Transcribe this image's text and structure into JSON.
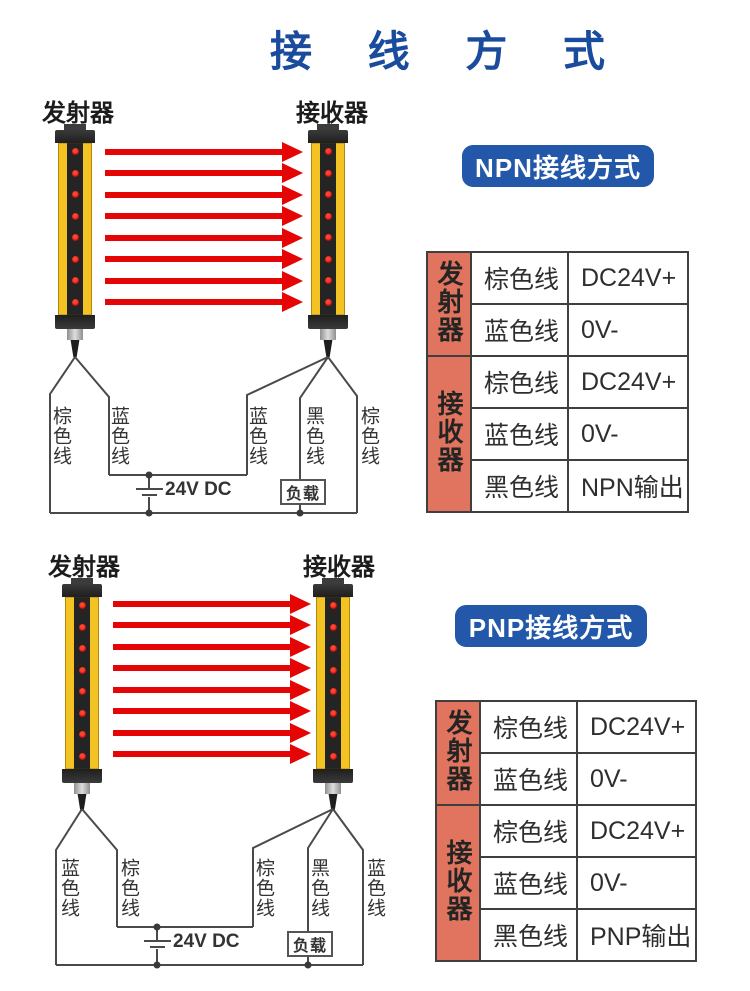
{
  "title": "接 线 方 式",
  "colors": {
    "title_blue": "#1a4b9d",
    "badge_blue": "#2257a9",
    "table_header_salmon": "#e0745e",
    "arrow_red": "#e50505",
    "device_yellow": "#f2c322"
  },
  "sections": [
    {
      "name": "NPN",
      "badge": "NPN接线方式",
      "transmitter_label": "发射器",
      "receiver_label": "接收器",
      "left_wires": [
        "棕色线",
        "蓝色线"
      ],
      "right_wires": [
        "蓝色线",
        "黑色线",
        "棕色线"
      ],
      "power_label": "24V DC",
      "load_label": "负载",
      "table": {
        "groups": [
          {
            "device": "发射器",
            "rows": [
              {
                "wire": "棕色线",
                "value": "DC24V+"
              },
              {
                "wire": "蓝色线",
                "value": "0V-"
              }
            ]
          },
          {
            "device": "接收器",
            "rows": [
              {
                "wire": "棕色线",
                "value": "DC24V+"
              },
              {
                "wire": "蓝色线",
                "value": "0V-"
              },
              {
                "wire": "黑色线",
                "value": "NPN输出"
              }
            ]
          }
        ]
      }
    },
    {
      "name": "PNP",
      "badge": "PNP接线方式",
      "transmitter_label": "发射器",
      "receiver_label": "接收器",
      "left_wires": [
        "蓝色线",
        "棕色线"
      ],
      "right_wires": [
        "棕色线",
        "黑色线",
        "蓝色线"
      ],
      "power_label": "24V DC",
      "load_label": "负载",
      "table": {
        "groups": [
          {
            "device": "发射器",
            "rows": [
              {
                "wire": "棕色线",
                "value": "DC24V+"
              },
              {
                "wire": "蓝色线",
                "value": "0V-"
              }
            ]
          },
          {
            "device": "接收器",
            "rows": [
              {
                "wire": "棕色线",
                "value": "DC24V+"
              },
              {
                "wire": "蓝色线",
                "value": "0V-"
              },
              {
                "wire": "黑色线",
                "value": "PNP输出"
              }
            ]
          }
        ]
      }
    }
  ]
}
